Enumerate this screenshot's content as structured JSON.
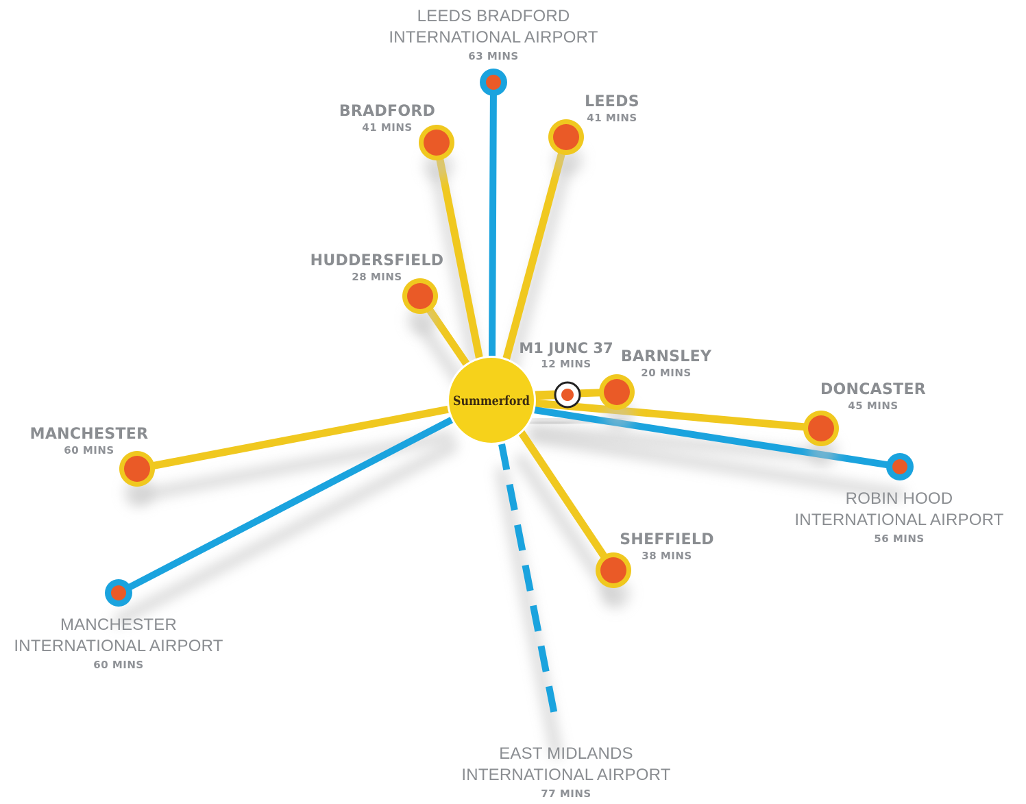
{
  "hub": {
    "name": "Summerford"
  },
  "colors": {
    "road": "#f0c81f",
    "air": "#1aa3de",
    "dot": "#ea5a27",
    "hub": "#f6d21b",
    "text": "#8a8d91"
  },
  "destinations": [
    {
      "id": "leeds-bradford-airport",
      "kind": "airport",
      "name_lines": [
        "LEEDS BRADFORD",
        "INTERNATIONAL AIRPORT"
      ],
      "time": "63 MINS"
    },
    {
      "id": "bradford",
      "kind": "city",
      "name_lines": [
        "BRADFORD"
      ],
      "time": "41 MINS"
    },
    {
      "id": "leeds",
      "kind": "city",
      "name_lines": [
        "LEEDS"
      ],
      "time": "41 MINS"
    },
    {
      "id": "huddersfield",
      "kind": "city",
      "name_lines": [
        "HUDDERSFIELD"
      ],
      "time": "28 MINS"
    },
    {
      "id": "m1-junc-37",
      "kind": "junction",
      "name_lines": [
        "M1 JUNC 37"
      ],
      "time": "12 MINS"
    },
    {
      "id": "barnsley",
      "kind": "city",
      "name_lines": [
        "BARNSLEY"
      ],
      "time": "20 MINS"
    },
    {
      "id": "doncaster",
      "kind": "city",
      "name_lines": [
        "DONCASTER"
      ],
      "time": "45 MINS"
    },
    {
      "id": "manchester",
      "kind": "city",
      "name_lines": [
        "MANCHESTER"
      ],
      "time": "60 MINS"
    },
    {
      "id": "robin-hood-airport",
      "kind": "airport",
      "name_lines": [
        "ROBIN HOOD",
        "INTERNATIONAL AIRPORT"
      ],
      "time": "56 MINS"
    },
    {
      "id": "sheffield",
      "kind": "city",
      "name_lines": [
        "SHEFFIELD"
      ],
      "time": "38 MINS"
    },
    {
      "id": "manchester-airport",
      "kind": "airport",
      "name_lines": [
        "MANCHESTER",
        "INTERNATIONAL AIRPORT"
      ],
      "time": "60 MINS"
    },
    {
      "id": "east-midlands-airport",
      "kind": "airport",
      "name_lines": [
        "EAST MIDLANDS",
        "INTERNATIONAL AIRPORT"
      ],
      "time": "77 MINS",
      "dashed": true
    }
  ]
}
